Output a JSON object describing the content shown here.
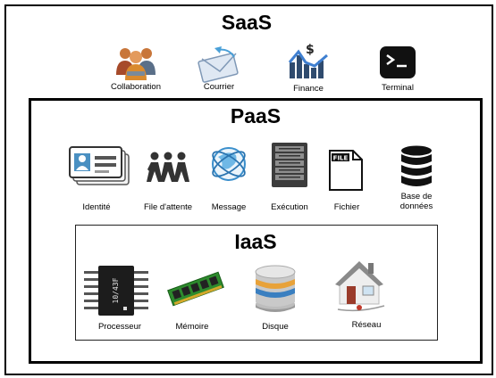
{
  "saas": {
    "title": "SaaS",
    "items": [
      {
        "label": "Collaboration",
        "icon": "people-group-icon"
      },
      {
        "label": "Courrier",
        "icon": "envelope-icon"
      },
      {
        "label": "Finance",
        "icon": "finance-chart-icon"
      },
      {
        "label": "Terminal",
        "icon": "terminal-icon"
      }
    ]
  },
  "paas": {
    "title": "PaaS",
    "items": [
      {
        "label": "Identité",
        "icon": "id-card-icon"
      },
      {
        "label": "File d'attente",
        "icon": "people-queue-icon"
      },
      {
        "label": "Message",
        "icon": "globe-orbit-icon"
      },
      {
        "label": "Exécution",
        "icon": "server-rack-icon"
      },
      {
        "label": "Fichier",
        "icon": "file-icon",
        "badge": "FILE"
      },
      {
        "label": "Base de données",
        "icon": "database-icon"
      }
    ]
  },
  "iaas": {
    "title": "IaaS",
    "items": [
      {
        "label": "Processeur",
        "icon": "cpu-chip-icon",
        "chip_text": "10/43F"
      },
      {
        "label": "Mémoire",
        "icon": "memory-module-icon"
      },
      {
        "label": "Disque",
        "icon": "disk-stack-icon"
      },
      {
        "label": "Réseau",
        "icon": "house-network-icon"
      }
    ]
  }
}
